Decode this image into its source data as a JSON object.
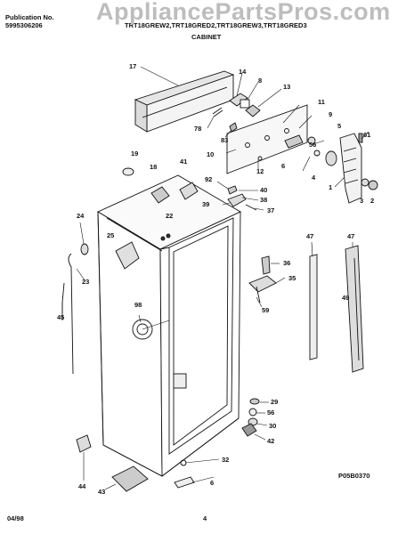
{
  "header": {
    "publication_label": "Publication No.",
    "publication_number": "5995306206",
    "models": "TRT18GREW2,TRT18GRED2,TRT18GREW3,TRT18GRED3",
    "section_title": "CABINET",
    "watermark": "AppliancePartsPros.com"
  },
  "callouts": {
    "c17": "17",
    "c14": "14",
    "c8": "8",
    "c13": "13",
    "c11": "11",
    "c78": "78",
    "c83": "83",
    "c9": "9",
    "c5": "5",
    "c10": "10",
    "c56a": "56",
    "c12": "12",
    "c6": "6",
    "c61": "61",
    "c19": "19",
    "c18": "18",
    "c41": "41",
    "c92": "92",
    "c40": "40",
    "c38": "38",
    "c39": "39",
    "c37": "37",
    "c4": "4",
    "c1": "1",
    "c3": "3",
    "c2": "2",
    "c24": "24",
    "c22": "22",
    "c25": "25",
    "c23": "23",
    "c45": "45",
    "c98": "98",
    "c47a": "47",
    "c47b": "47",
    "c36": "36",
    "c35": "35",
    "c59": "59",
    "c49": "49",
    "c29": "29",
    "c56b": "56",
    "c30": "30",
    "c42": "42",
    "c44": "44",
    "c32": "32",
    "c43": "43",
    "c6b": "6"
  },
  "diagram_id": "P05B0370",
  "footer": {
    "date": "04/98",
    "page": "4"
  }
}
